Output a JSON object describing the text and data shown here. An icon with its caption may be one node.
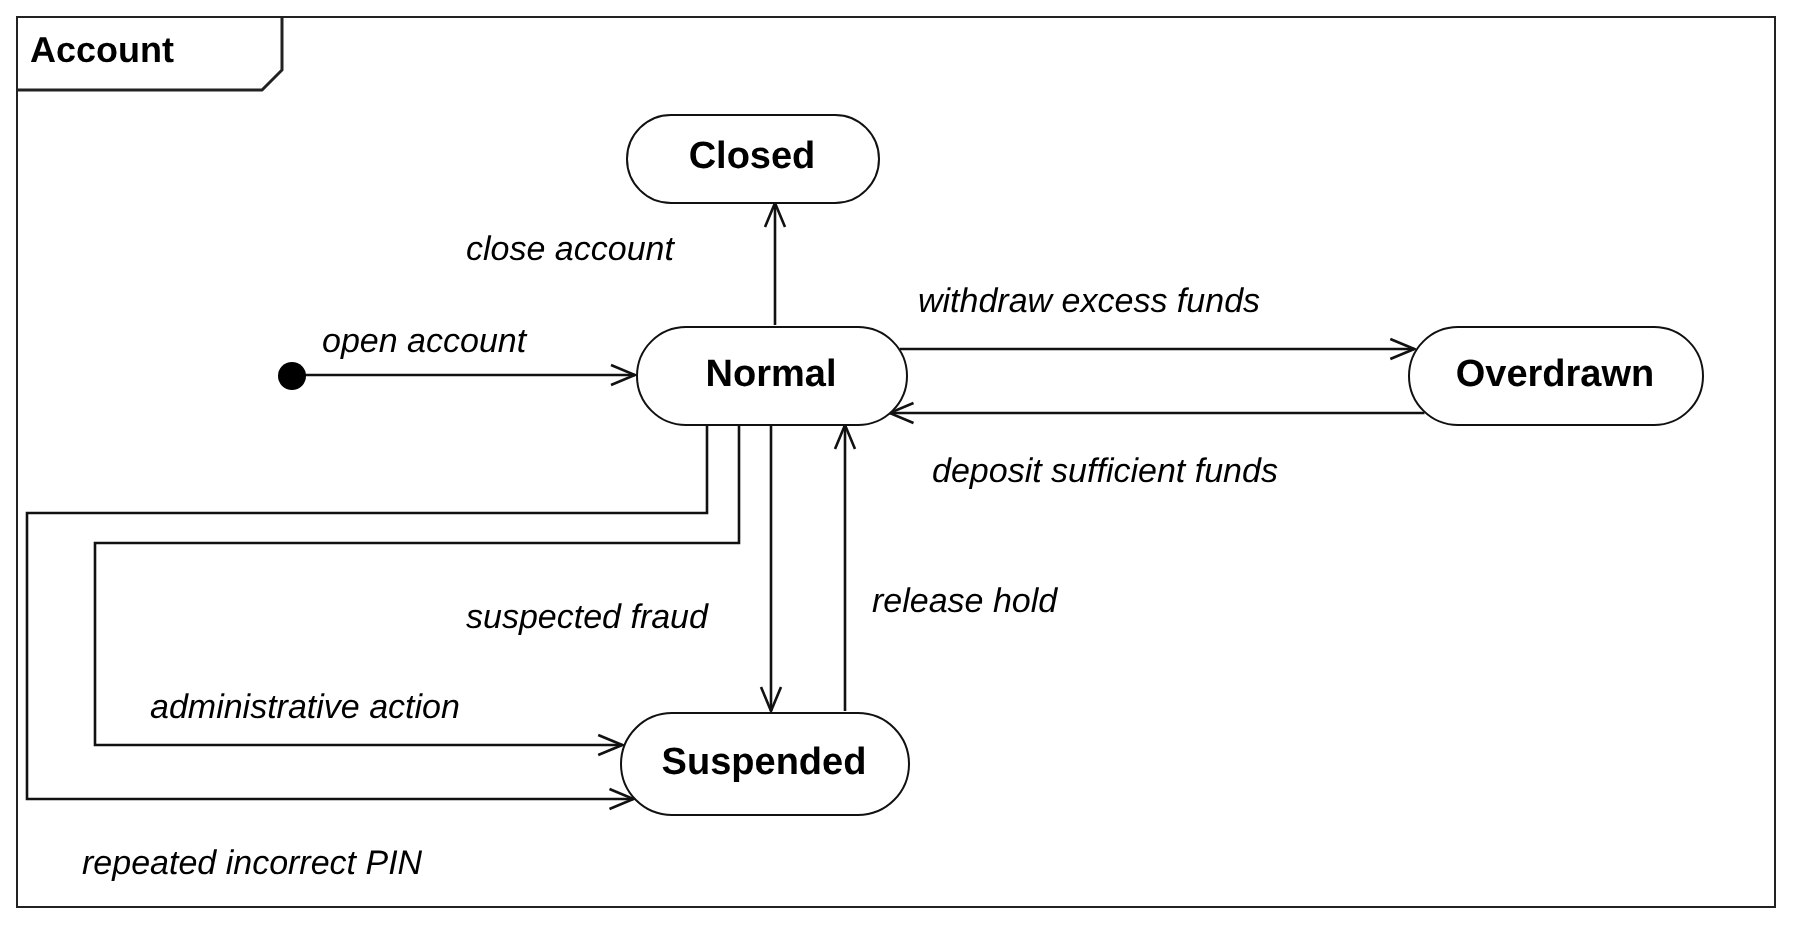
{
  "diagram": {
    "nodes": [
      {
        "text": [
          "Account"
        ]
      },
      {
        "text": [
          "Closed"
        ],
        "in": 0
      },
      {
        "text": [],
        "shape": "circle",
        "in": 0
      },
      {
        "text": [
          "Normal"
        ],
        "in": 0
      },
      {
        "text": [
          "Overdrawn"
        ],
        "in": 0
      },
      {
        "text": [
          "Suspended"
        ],
        "in": 0
      }
    ],
    "edges": [
      {
        "from": 2,
        "to": 3,
        "arrow": "to",
        "label": "open account"
      },
      {
        "from": 3,
        "to": 1,
        "arrow": "to",
        "label": "close account"
      },
      {
        "from": 3,
        "to": 4,
        "arrow": "to",
        "label": "withdraw excess funds"
      },
      {
        "from": 4,
        "to": 3,
        "arrow": "to",
        "label": "deposit sufficient funds"
      },
      {
        "from": 3,
        "to": 5,
        "arrow": "to",
        "label": "suspected fraud"
      },
      {
        "from": 5,
        "to": 3,
        "arrow": "to",
        "label": "release hold"
      },
      {
        "from": 3,
        "to": 5,
        "arrow": "to",
        "label": "administrative action"
      },
      {
        "from": 3,
        "to": 5,
        "arrow": "to",
        "label": "repeated incorrect PIN"
      }
    ]
  }
}
